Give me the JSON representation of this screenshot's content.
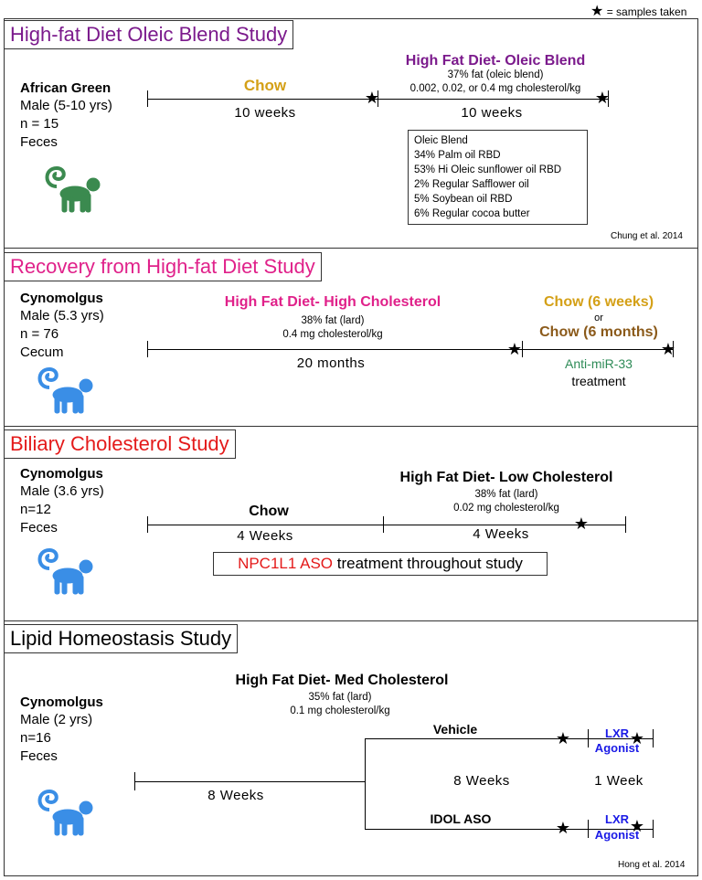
{
  "legend": {
    "star": "★",
    "label": "= samples taken"
  },
  "colors": {
    "purple": "#7b1a8c",
    "pink": "#e0218a",
    "red": "#e41a1a",
    "gold": "#d4a017",
    "brown": "#8b5a1a",
    "green": "#2e8b57",
    "blue": "#1a1ae6",
    "monkey_green": "#3b8a4f",
    "monkey_blue": "#3a8ee6"
  },
  "p1": {
    "title": "High-fat Diet Oleic Blend Study",
    "species": "African Green",
    "sex_age": "Male (5-10 yrs)",
    "n": "n = 15",
    "sample": "Feces",
    "phase1_label": "Chow",
    "phase1_duration": "10 weeks",
    "phase2_label": "High Fat Diet- Oleic Blend",
    "phase2_fat": "37% fat (oleic blend)",
    "phase2_chol": "0.002, 0.02, or 0.4 mg cholesterol/kg",
    "phase2_duration": "10 weeks",
    "blend_items": [
      "Oleic Blend",
      "34% Palm oil RBD",
      "53% Hi Oleic sunflower oil RBD",
      "2% Regular Safflower oil",
      "5% Soybean oil RBD",
      "6% Regular cocoa butter"
    ],
    "citation": "Chung et al. 2014"
  },
  "p2": {
    "title": "Recovery from High-fat Diet Study",
    "species": "Cynomolgus",
    "sex_age": "Male (5.3 yrs)",
    "n": "n = 76",
    "sample": "Cecum",
    "phase1_label": "High Fat Diet- High Cholesterol",
    "phase1_fat": "38% fat (lard)",
    "phase1_chol": "0.4 mg cholesterol/kg",
    "phase1_duration": "20 months",
    "phase2_label_a": "Chow (6 weeks)",
    "phase2_or": "or",
    "phase2_label_b": "Chow (6 months)",
    "treatment_a": "Anti-miR-33",
    "treatment_b": "treatment"
  },
  "p3": {
    "title": "Biliary Cholesterol Study",
    "species": "Cynomolgus",
    "sex_age": "Male (3.6 yrs)",
    "n": "n=12",
    "sample": "Feces",
    "phase1_label": "Chow",
    "phase1_duration": "4 Weeks",
    "phase2_label": "High Fat Diet- Low Cholesterol",
    "phase2_fat": "38% fat (lard)",
    "phase2_chol": "0.02 mg cholesterol/kg",
    "phase2_duration": "4 Weeks",
    "treatment_red": "NPC1L1 ASO",
    "treatment_rest": " treatment throughout study"
  },
  "p4": {
    "title": "Lipid Homeostasis Study",
    "species": "Cynomolgus",
    "sex_age": "Male (2 yrs)",
    "n": "n=16",
    "sample": "Feces",
    "diet_label": "High Fat Diet- Med Cholesterol",
    "diet_fat": "35% fat (lard)",
    "diet_chol": "0.1 mg cholesterol/kg",
    "phase1_duration": "8 Weeks",
    "branch1": "Vehicle",
    "branch2": "IDOL ASO",
    "branch_duration": "8 Weeks",
    "lxr_line1": "LXR",
    "lxr_line2": "Agonist",
    "lxr_duration": "1 Week",
    "citation": "Hong et al. 2014"
  }
}
